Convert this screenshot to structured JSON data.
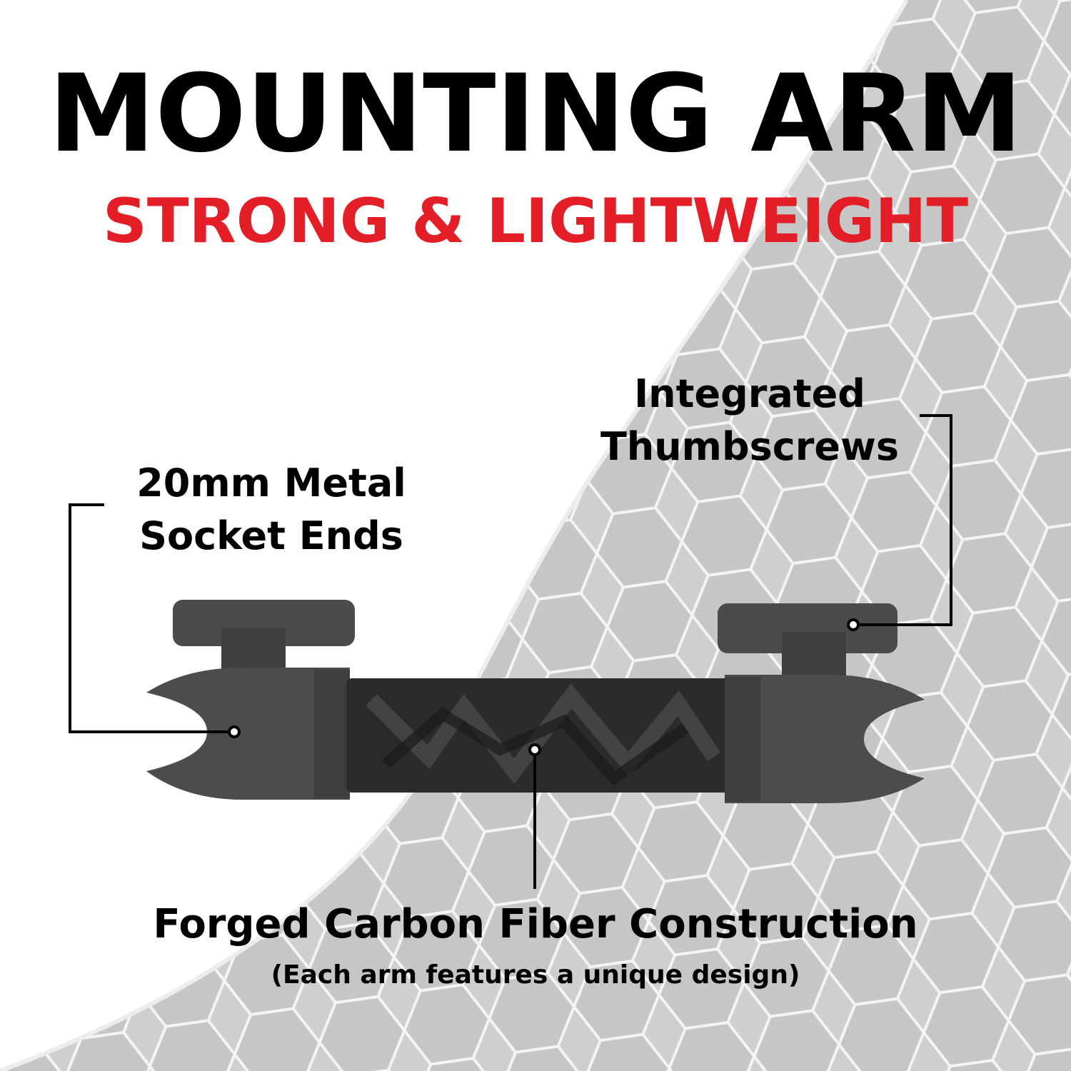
{
  "header": {
    "title": "MOUNTING ARM",
    "subtitle": "STRONG & LIGHTWEIGHT"
  },
  "callouts": {
    "socket_ends": {
      "line1": "20mm Metal",
      "line2": "Socket Ends"
    },
    "thumbscrews": {
      "line1": "Integrated",
      "line2": "Thumbscrews"
    },
    "construction": {
      "title": "Forged Carbon Fiber Construction",
      "note": "(Each arm features a unique design)"
    }
  },
  "colors": {
    "accent": "#e41e26",
    "text": "#000000",
    "panel": "#d4d4d4"
  }
}
